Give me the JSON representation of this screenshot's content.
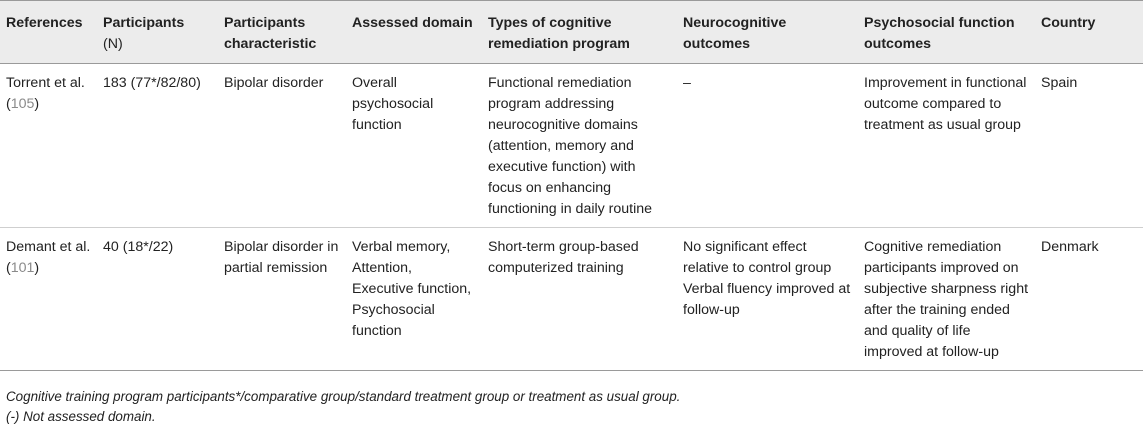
{
  "table": {
    "headers": [
      {
        "main": "References",
        "sub": ""
      },
      {
        "main": "Participants",
        "sub": "(N)"
      },
      {
        "main": "Participants characteristic",
        "sub": ""
      },
      {
        "main": "Assessed domain",
        "sub": ""
      },
      {
        "main": "Types of cognitive remediation program",
        "sub": ""
      },
      {
        "main": "Neurocognitive outcomes",
        "sub": ""
      },
      {
        "main": "Psychosocial function outcomes",
        "sub": ""
      },
      {
        "main": "Country",
        "sub": ""
      }
    ],
    "rows": [
      {
        "reference_text": "Torrent et al.",
        "reference_cite": "105",
        "participants": "183 (77*/82/80)",
        "characteristic": "Bipolar disorder",
        "assessed_domain": [
          "Overall psychosocial function"
        ],
        "program": "Functional remediation program addressing neurocognitive domains (attention, memory and executive function) with focus on enhancing functioning in daily routine",
        "neurocognitive": [
          "–"
        ],
        "psychosocial": "Improvement in functional outcome compared to treatment as usual group",
        "country": "Spain"
      },
      {
        "reference_text": "Demant et al.",
        "reference_cite": "101",
        "participants": "40 (18*/22)",
        "characteristic": "Bipolar disorder in partial remission",
        "assessed_domain": [
          "Verbal memory,",
          "Attention,",
          "Executive function,",
          "Psychosocial function"
        ],
        "program": "Short-term group-based computerized training",
        "neurocognitive": [
          "No significant effect relative to control group",
          "Verbal fluency improved at follow-up"
        ],
        "psychosocial": "Cognitive remediation participants improved on subjective sharpness right after the training ended and quality of life improved at follow-up",
        "country": "Denmark"
      }
    ]
  },
  "footnotes": [
    "Cognitive training program participants*/comparative group/standard treatment group or treatment as usual group.",
    "(-) Not assessed domain."
  ]
}
